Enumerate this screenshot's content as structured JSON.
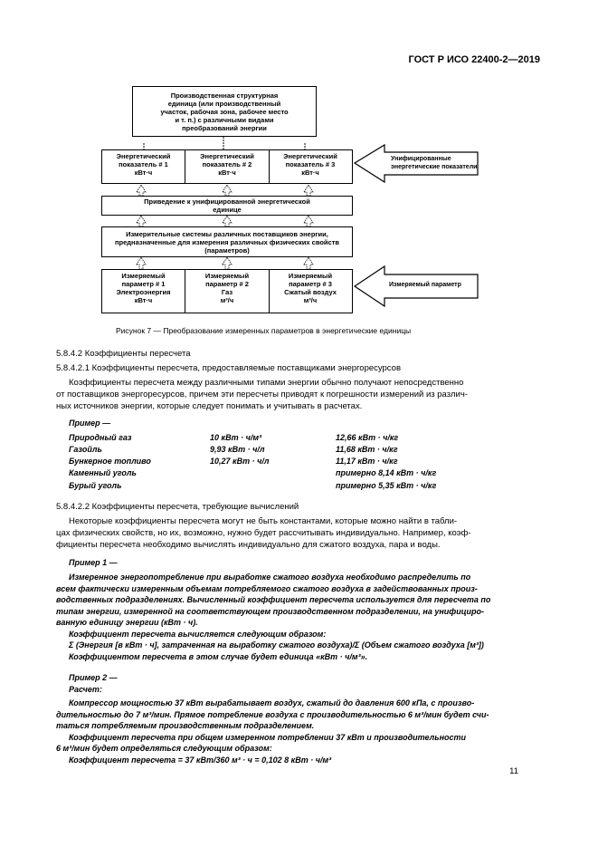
{
  "header": "ГОСТ Р ИСО 22400-2—2019",
  "diagram": {
    "top_box": [
      "Производственная структурная",
      "единица (или производственный",
      "участок, рабочая зона, рабочее место",
      "и т. п.) с различными видами",
      "преобразований энергии"
    ],
    "energy_cells": [
      [
        "Энергетический",
        "показатель # 1",
        "кВт·ч"
      ],
      [
        "Энергетический",
        "показатель # 2",
        "кВт·ч"
      ],
      [
        "Энергетический",
        "показатель # 3",
        "кВт·ч"
      ]
    ],
    "unify_box": [
      "Приведение к унифицированной энергетической",
      "единице"
    ],
    "measure_box": [
      "Измерительные системы различных поставщиков энергии,",
      "предназначенные для измерения различных физических свойств",
      "(параметров)"
    ],
    "param_cells": [
      [
        "Измеряемый",
        "параметр # 1",
        "Электроэнергия",
        "кВт·ч"
      ],
      [
        "Измеряемый",
        "параметр # 2",
        "Газ",
        "м³/ч"
      ],
      [
        "Измеряемый",
        "параметр # 3",
        "Сжатый воздух",
        "м³/ч"
      ]
    ],
    "arrow_top": [
      "Унифицированные",
      "энергетические показатели"
    ],
    "arrow_bottom": "Измеряемый параметр"
  },
  "caption": "Рисунок 7 — Преобразование измеренных параметров в энергетические единицы",
  "s1": "5.8.4.2  Коэффициенты пересчета",
  "s2": "5.8.4.2.1  Коэффициенты пересчета, предоставляемые поставщиками энергоресурсов",
  "p1": [
    "Коэффициенты пересчета между различными типами энергии обычно получают непосредственно",
    "от поставщиков энергоресурсов, причем эти пересчеты приводят к погрешности измерений из различ-",
    "ных источников энергии, которые следует понимать и учитывать в расчетах."
  ],
  "example_title": "Пример —",
  "table": [
    [
      "Природный газ",
      "10 кВт · ч/м³",
      "12,66 кВт · ч/кг"
    ],
    [
      "Газойль",
      "9,93 кВт · ч/л",
      "11,68 кВт · ч/кг"
    ],
    [
      "Бункерное топливо",
      "10,27 кВт · ч/л",
      "11,17 кВт · ч/кг"
    ],
    [
      "Каменный уголь",
      "",
      "примерно 8,14 кВт · ч/кг"
    ],
    [
      "Бурый уголь",
      "",
      "примерно 5,35 кВт · ч/кг"
    ]
  ],
  "s3": "5.8.4.2.2  Коэффициенты пересчета, требующие вычислений",
  "p2": [
    "Некоторые коэффициенты пересчета могут не быть константами, которые можно найти в табли-",
    "цах физических свойств, но их, возможно, нужно будет рассчитывать индивидуально. Например, коэф-",
    "фициенты пересчета необходимо вычислять индивидуально для сжатого воздуха, пара и воды."
  ],
  "ex1_title": "Пример 1 —",
  "ex1": [
    "Измеренное энергопотребление при выработке сжатого воздуха необходимо распределить по",
    "всем фактически измеренным объемам потребляемого сжатого воздуха в задействованных произ-",
    "водственных подразделениях. Вычисленный коэффициент пересчета используется для пересчета по",
    "типам энергии, измеренной на соответствующем производственном подразделении, на унифициро-",
    "ванную единицу энергии (кВт · ч)."
  ],
  "ex1b": "Коэффициент пересчета вычисляется следующим образом:",
  "ex1c": "Σ (Энергия [в кВт · ч], затраченная на выработку сжатого воздуха)/Σ (Объем сжатого воздуха [м³])",
  "ex1d": "Коэффициентом пересчета в этом случае будет единица «кВт · ч/м³».",
  "ex2_title": "Пример 2 —",
  "ex2_calc": "Расчет:",
  "ex2": [
    "Компрессор мощностью 37 кВт вырабатывает воздух, сжатый до давления 600 кПа, с произво-",
    "дительностью до 7 м³/мин. Прямое потребление воздуха с производительностью 6 м³/мин будет счи-",
    "таться потребляемым производственным подразделением."
  ],
  "ex2b": [
    "Коэффициент пересчета при общем измеренном потреблении 37 кВт и производительности",
    "6 м³/мин будет определяться следующим образом:"
  ],
  "ex2c": "Коэффициент пересчета = 37 кВт/360 м³ · ч = 0,102 8 кВт · ч/м³",
  "page_number": "11"
}
